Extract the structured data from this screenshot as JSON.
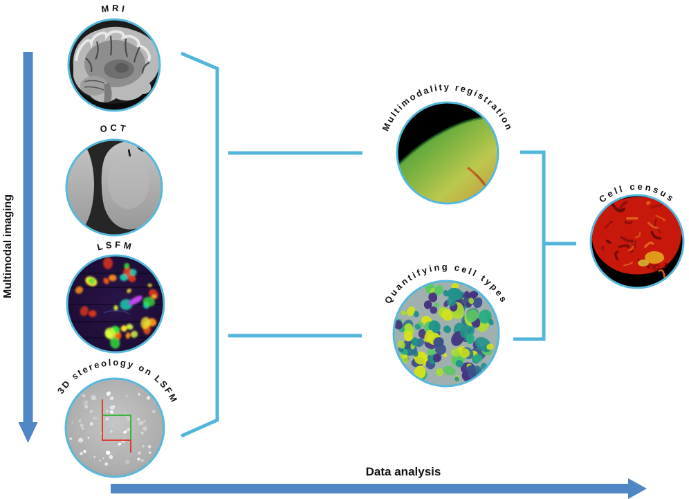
{
  "figure": {
    "left_axis": {
      "label": "Multimodal imaging"
    },
    "bottom_axis": {
      "label": "Data analysis"
    },
    "nodes": {
      "mri": {
        "label": "MRI",
        "image_alt": "sagittal-brain-mri-scan"
      },
      "oct": {
        "label": "OCT",
        "image_alt": "oct-tissue-section"
      },
      "lsfm": {
        "label": "LSFM",
        "image_alt": "light-sheet-fluorescence-cells"
      },
      "stereology": {
        "label": "3D stereology on LSFM",
        "image_alt": "stereology-counting-frame"
      },
      "registration": {
        "label": "Multimodality registration",
        "image_alt": "green-yellow-overlay-registration"
      },
      "cell_types": {
        "label": "Quantifying cell types",
        "image_alt": "segmented-cell-types"
      },
      "cell_census": {
        "label": "Cell census",
        "image_alt": "red-3d-brain-rendering"
      }
    }
  },
  "theme": {
    "background": "#ffffff",
    "arrow_blue": "#4e86c6",
    "connector_cyan": "#52b5da",
    "circle_border": "#55b8dc",
    "label_color": "#111111",
    "lsfm_palette": [
      "#ffb014",
      "#ff5a10",
      "#ffe32a",
      "#35e23c",
      "#1fd2b4",
      "#ff8c1e",
      "#d8ff40",
      "#f03818"
    ],
    "celltype_palette": [
      "#46327e",
      "#3b518b",
      "#2c718e",
      "#21918c",
      "#27ad81",
      "#5cc863",
      "#aadc32",
      "#d4e21a"
    ],
    "census_squiggle_palette": [
      "#8c100a",
      "#640b06",
      "#e2651c"
    ],
    "stereology_frame_green": "#28b428",
    "stereology_frame_red": "#e03020"
  }
}
